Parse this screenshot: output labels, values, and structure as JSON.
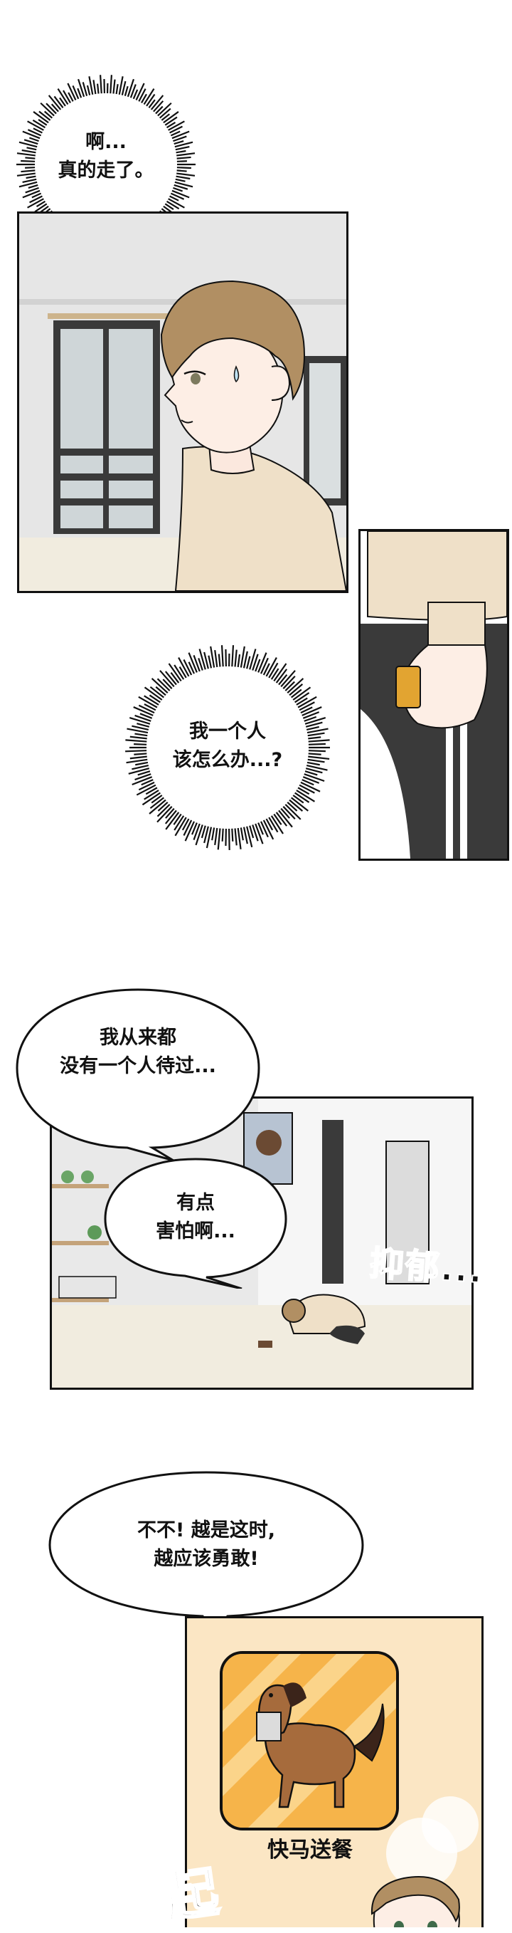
{
  "scene1": {
    "thought_bubble": {
      "lines": [
        "啊...",
        "真的走了。"
      ]
    }
  },
  "scene2": {
    "thought_bubble": {
      "lines": [
        "我一个人",
        "该怎么办...?"
      ]
    }
  },
  "scene3": {
    "speech_bubble_1": {
      "lines": [
        "我从来都",
        "没有一个人待过..."
      ]
    },
    "speech_bubble_2": {
      "lines": [
        "有点",
        "害怕啊..."
      ]
    },
    "sfx_label": "抑郁..."
  },
  "scene4": {
    "speech_bubble": {
      "lines": [
        "不不! 越是这时,",
        "越应该勇敢!"
      ]
    },
    "app_icon_caption": "快马送餐",
    "sfx_label": "起"
  },
  "colors": {
    "ink": "#111111",
    "hair": "#b18f63",
    "shirt": "#efe0c8",
    "wall": "#e2e2e2",
    "floor": "#f1ecdf",
    "icon_orange": "#f6b44a",
    "icon_stripe": "#fbd48a",
    "horse": "#a66b3c"
  }
}
